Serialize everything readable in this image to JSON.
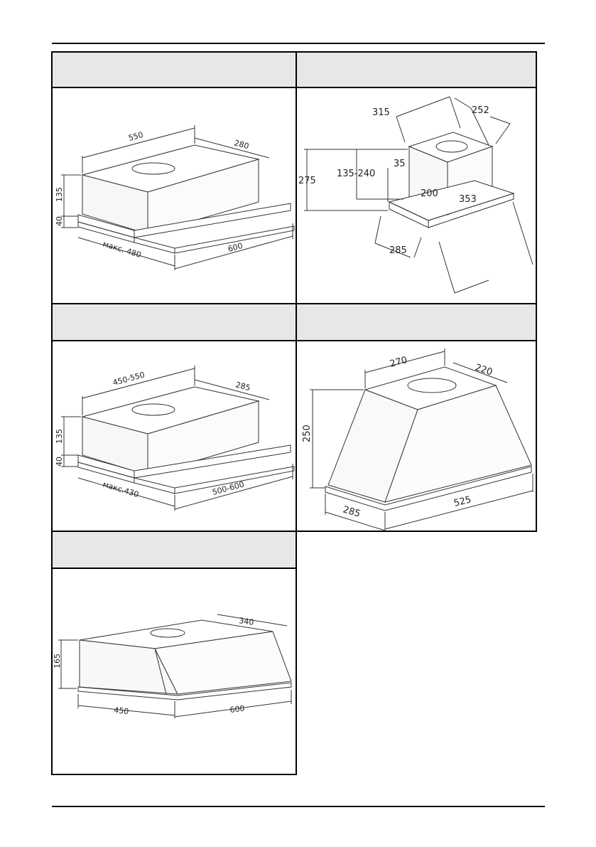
{
  "panels": [
    {
      "header": "",
      "dims": {
        "width": "550",
        "depth": "280",
        "height": "135",
        "base": "40",
        "max_depth": "макс. 480",
        "front_width": "600"
      }
    },
    {
      "header": "",
      "dims": {
        "top_w": "315",
        "top_d": "252",
        "total_h": "275",
        "range_h": "135-240",
        "gap": "35",
        "inner": "200",
        "inner2": "353",
        "front_d": "285"
      }
    },
    {
      "header": "",
      "dims": {
        "width": "450-550",
        "depth": "285",
        "height": "135",
        "base": "40",
        "max_depth": "макс.430",
        "front_width": "500-600"
      }
    },
    {
      "header": "",
      "dims": {
        "top_w": "270",
        "top_d": "220",
        "height": "250",
        "depth": "285",
        "width": "525"
      }
    },
    {
      "header": "",
      "dims": {
        "depth": "340",
        "height": "165",
        "left_w": "450",
        "front_width": "600"
      }
    }
  ]
}
